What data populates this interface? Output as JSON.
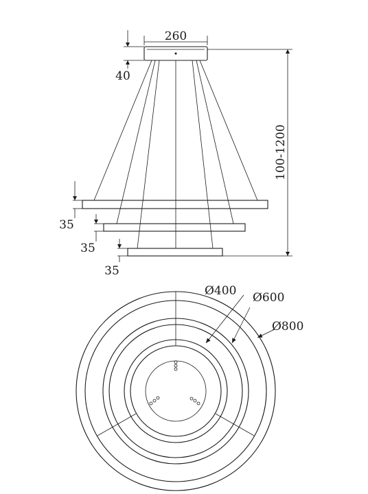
{
  "side_view": {
    "canopy_width": "260",
    "canopy_height": "40",
    "suspension_length": "100-1200",
    "ring_heights": [
      "35",
      "35",
      "35"
    ]
  },
  "top_view": {
    "diameters": [
      "Ø400",
      "Ø600",
      "Ø800"
    ]
  },
  "colors": {
    "line": "#1a1a1a",
    "background": "#ffffff"
  }
}
